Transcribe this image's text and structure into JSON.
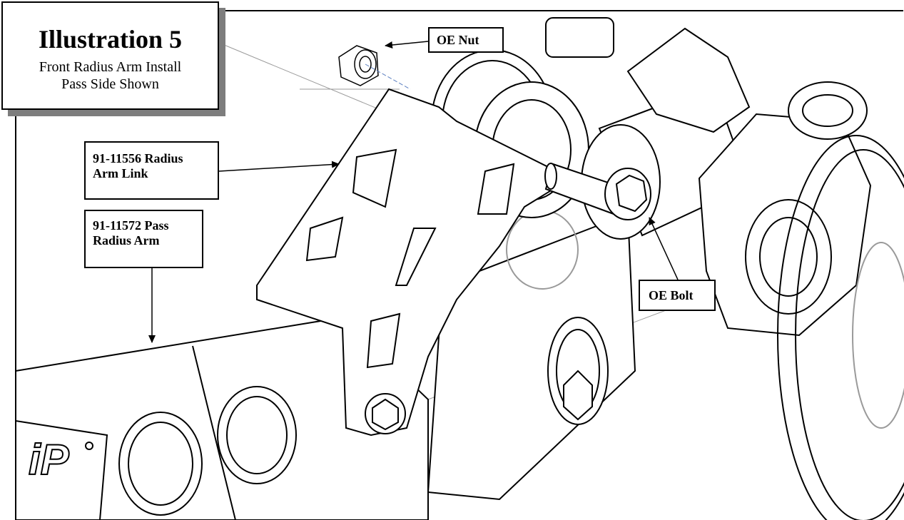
{
  "title_box": {
    "title": "Illustration 5",
    "subtitle_line1": "Front Radius Arm Install",
    "subtitle_line2": "Pass Side Shown"
  },
  "callouts": {
    "oe_nut": "OE Nut",
    "radius_arm_link_line1": "91-11556 Radius",
    "radius_arm_link_line2": "Arm Link",
    "pass_radius_arm_line1": "91-11572 Pass",
    "pass_radius_arm_line2": "Radius Arm",
    "oe_bolt": "OE Bolt"
  },
  "colors": {
    "line": "#000000",
    "faint_line": "#9a9a9a",
    "shadow": "#7d7d7d",
    "centerline": "#5b7fc0"
  }
}
